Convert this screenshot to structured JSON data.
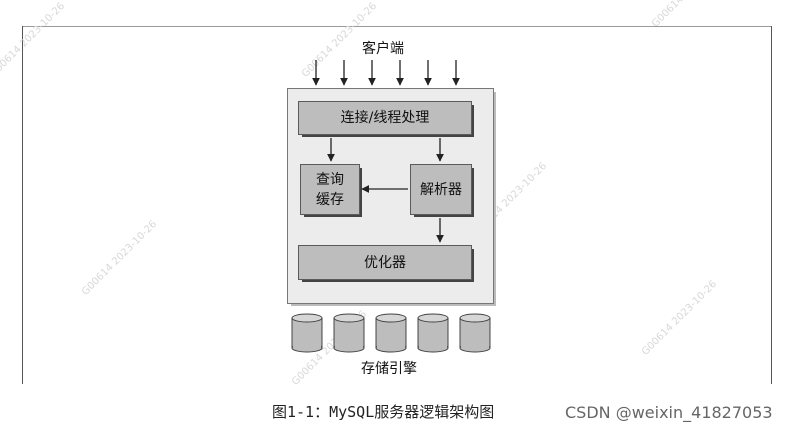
{
  "diagram": {
    "client_label": "客户端",
    "connection_label": "连接/线程处理",
    "cache_label_line1": "查询",
    "cache_label_line2": "缓存",
    "parser_label": "解析器",
    "optimizer_label": "优化器",
    "engine_label": "存储引擎"
  },
  "caption": "图1-1：MySQL服务器逻辑架构图",
  "credit": "CSDN @weixin_41827053",
  "watermarks": [
    "G00614 2023-10-26",
    "G00614 2023-10-26",
    "G00614 2023-10-26",
    "G00614 2023-10-26",
    "G00614 2023-10-26",
    "G00614 2023-10-26",
    "G00614 2023-10-26"
  ]
}
